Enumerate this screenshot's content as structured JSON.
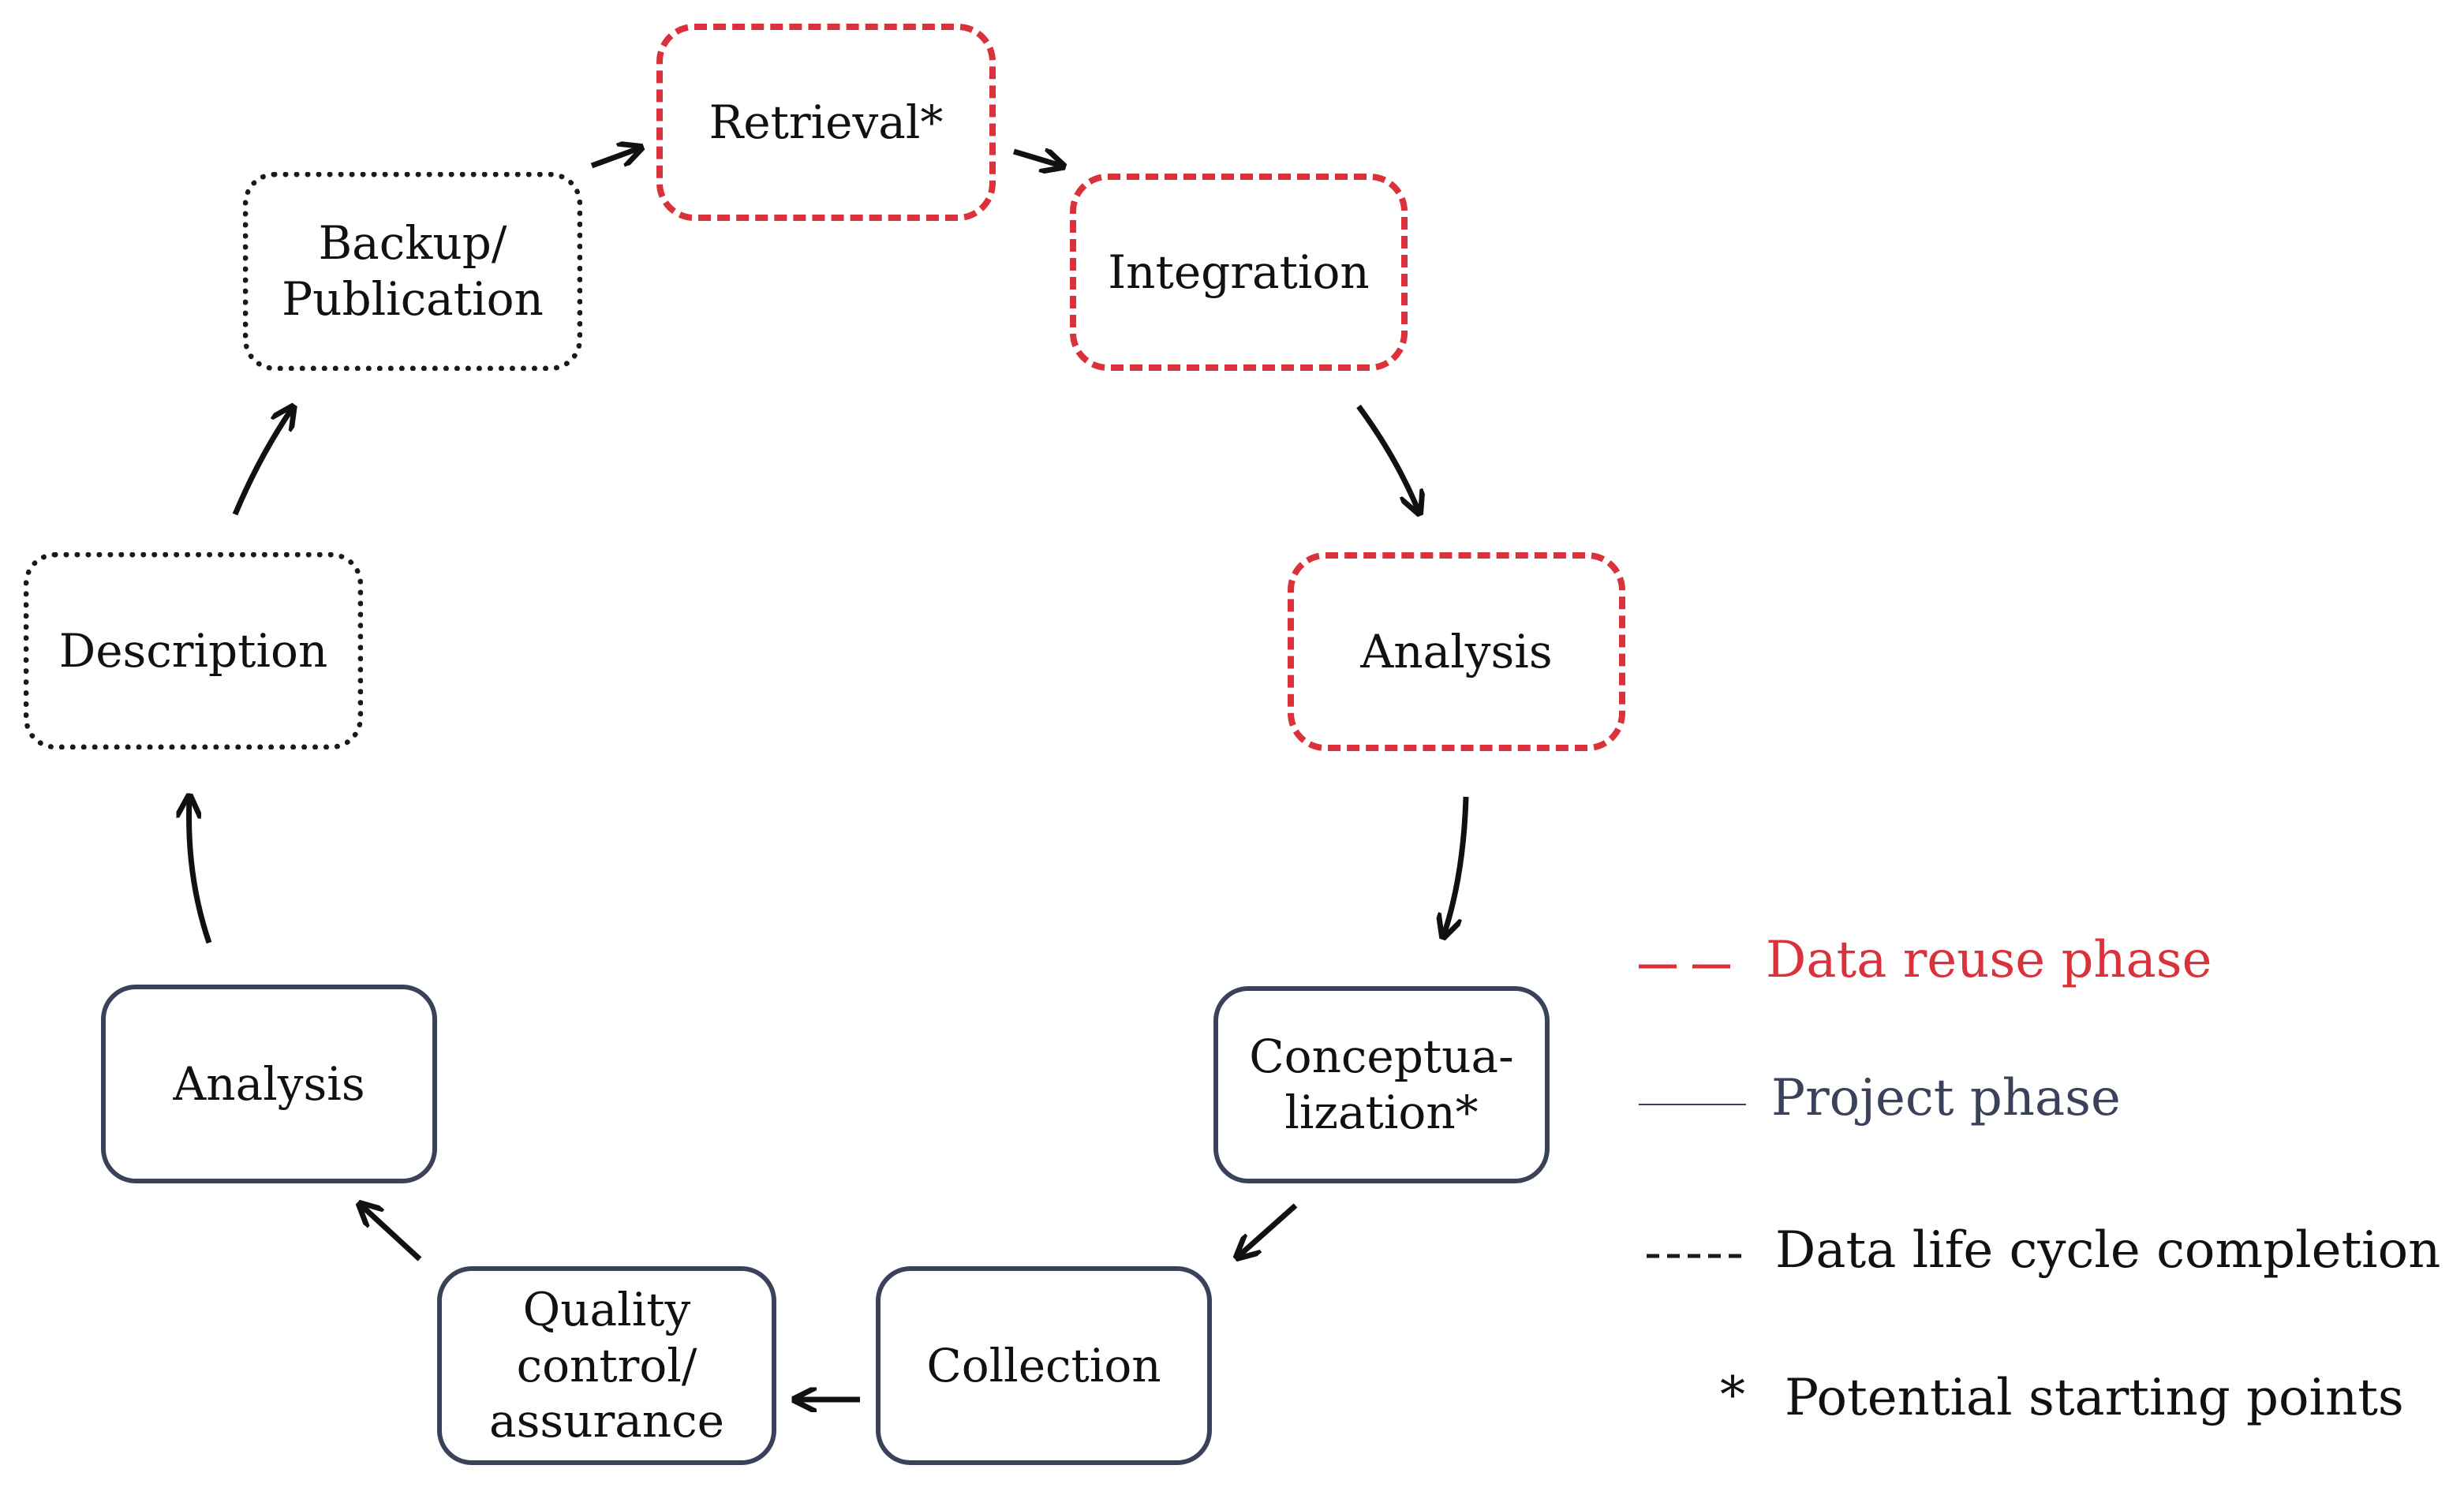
{
  "nodes": {
    "retrieval": "Retrieval*",
    "integration": "Integration",
    "analysis_reuse": "Analysis",
    "conceptualization": "Conceptua-\nlization*",
    "collection": "Collection",
    "quality": "Quality\ncontrol/\nassurance",
    "analysis_project": "Analysis",
    "description": "Description",
    "backup": "Backup/\nPublication"
  },
  "legend": {
    "reuse_label": "Data reuse phase",
    "project_label": "Project phase",
    "completion_label": "Data life cycle completion",
    "starting_mark": "*",
    "starting_label": "Potential starting points"
  },
  "colors": {
    "reuse": "#d9323b",
    "project": "#3a4159",
    "completion": "#1a1a1a",
    "arrow": "#111111"
  }
}
